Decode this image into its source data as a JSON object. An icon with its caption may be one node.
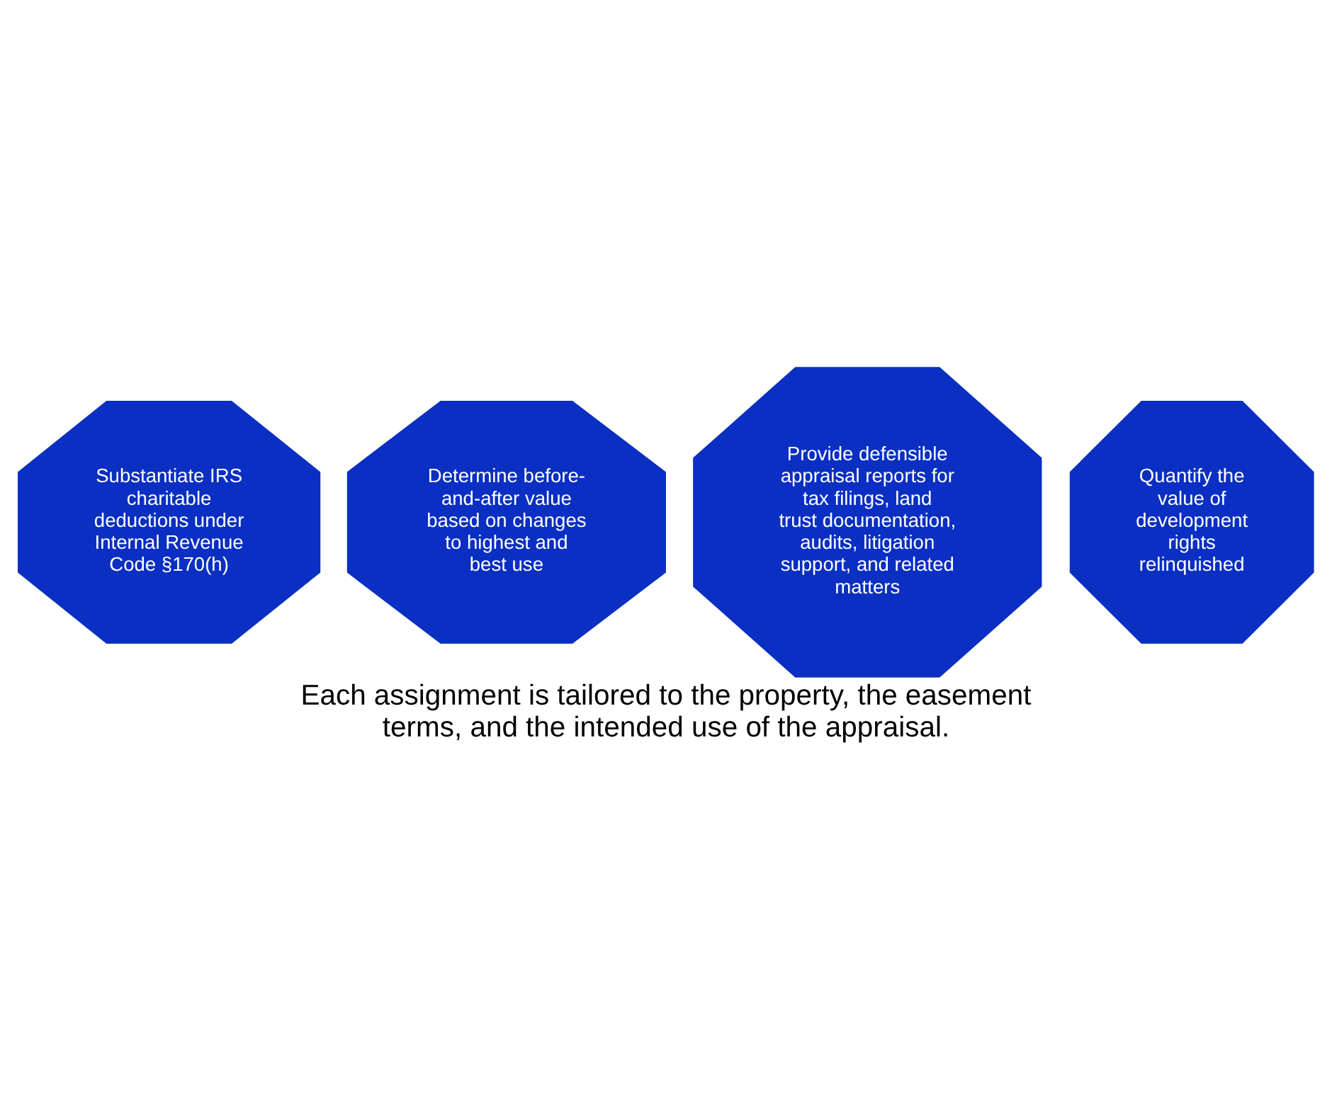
{
  "diagram": {
    "caption": "Each assignment is tailored to the property, the easement terms, and the intended use of the appraisal.",
    "nodes": [
      {
        "text": [
          "Substantiate IRS charitable deductions under Internal Revenue Code §170(h)"
        ]
      },
      {
        "text": [
          "Determine before-and-after value based on changes to highest and best use"
        ]
      },
      {
        "text": [
          "Provide defensible appraisal reports for tax filings, land trust documentation, audits, litigation support, and related matters"
        ]
      },
      {
        "text": [
          "Quantify the value of development rights relinquished"
        ]
      }
    ]
  }
}
